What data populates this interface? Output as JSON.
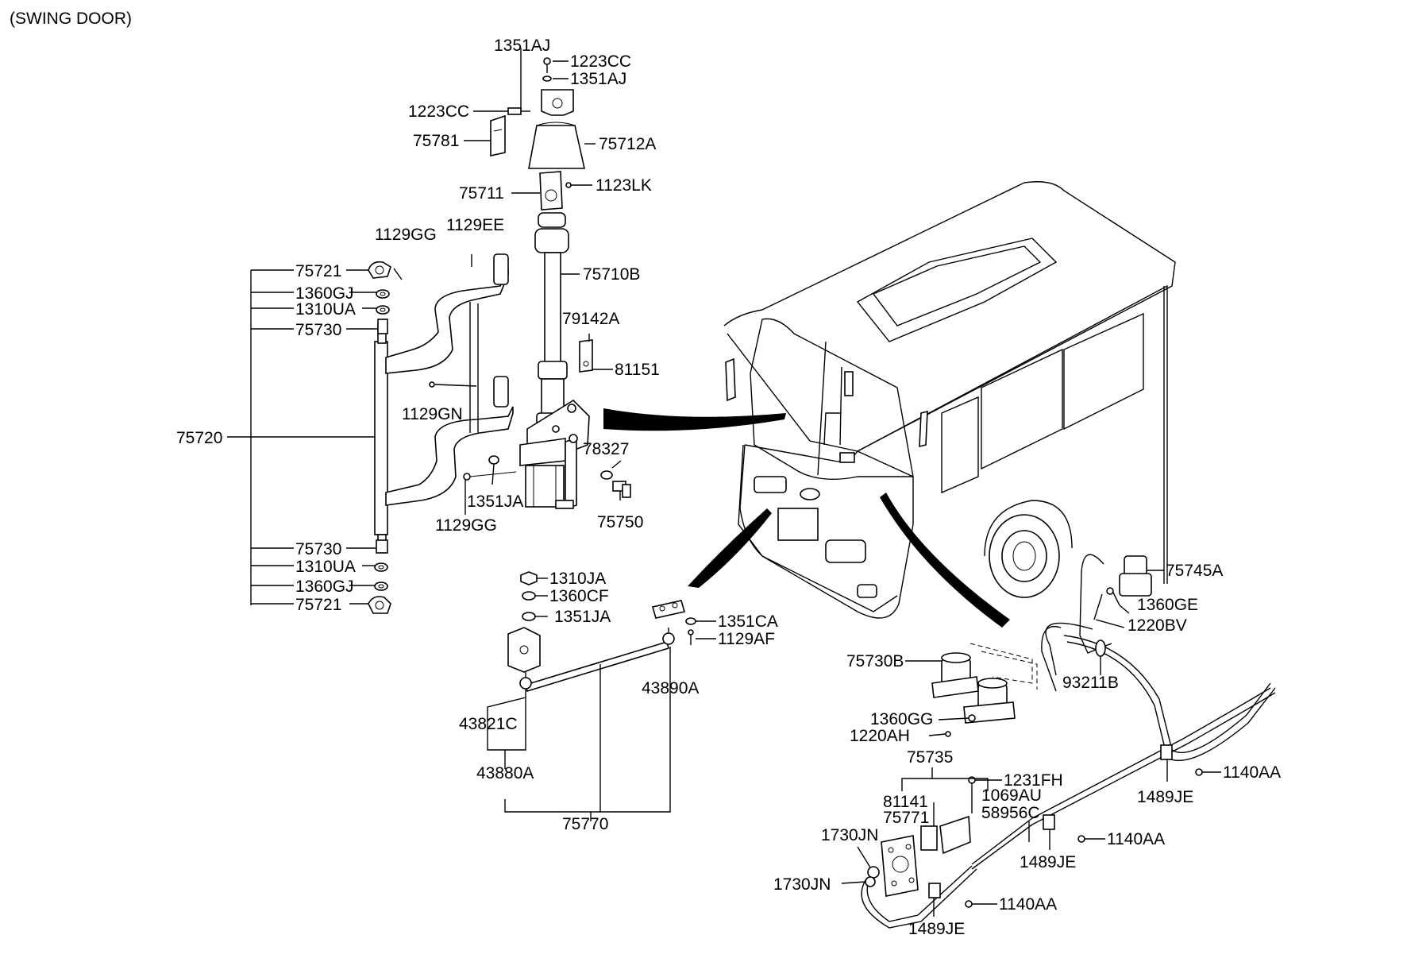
{
  "title": "(SWING DOOR)",
  "labels": {
    "l1351AJ_top": "1351AJ",
    "l1223CC_right": "1223CC",
    "l1351AJ_right": "1351AJ",
    "l1223CC_left": "1223CC",
    "l75781": "75781",
    "l75712A": "75712A",
    "l75711": "75711",
    "l1123LK": "1123LK",
    "l1129GG_top": "1129GG",
    "l1129EE": "1129EE",
    "l75710B": "75710B",
    "l75721_top": "75721",
    "l1360GJ_top": "1360GJ",
    "l1310UA_top": "1310UA",
    "l75730_top": "75730",
    "l79142A": "79142A",
    "l81151": "81151",
    "l1129GN": "1129GN",
    "l75720": "75720",
    "l78327": "78327",
    "l1351JA_mid": "1351JA",
    "l1129GG_bot": "1129GG",
    "l75750": "75750",
    "l75730_bot": "75730",
    "l1310UA_bot": "1310UA",
    "l1360GJ_bot": "1360GJ",
    "l75721_bot": "75721",
    "l1310JA": "1310JA",
    "l1360CF": "1360CF",
    "l1351JA_low": "1351JA",
    "l1351CA": "1351CA",
    "l1129AF": "1129AF",
    "l43890A": "43890A",
    "l43821C": "43821C",
    "l43880A": "43880A",
    "l75770": "75770",
    "l75745A": "75745A",
    "l1360GE": "1360GE",
    "l1220BV": "1220BV",
    "l75730B": "75730B",
    "l93211B": "93211B",
    "l1360GG": "1360GG",
    "l1220AH": "1220AH",
    "l75735": "75735",
    "l1231FH": "1231FH",
    "l81141": "81141",
    "l1069AU": "1069AU",
    "l75771": "75771",
    "l58956C": "58956C",
    "l1140AA_1": "1140AA",
    "l1489JE_1": "1489JE",
    "l1730JN_1": "1730JN",
    "l1140AA_2": "1140AA",
    "l1489JE_2": "1489JE",
    "l1730JN_2": "1730JN",
    "l1140AA_3": "1140AA",
    "l1489JE_3": "1489JE"
  }
}
